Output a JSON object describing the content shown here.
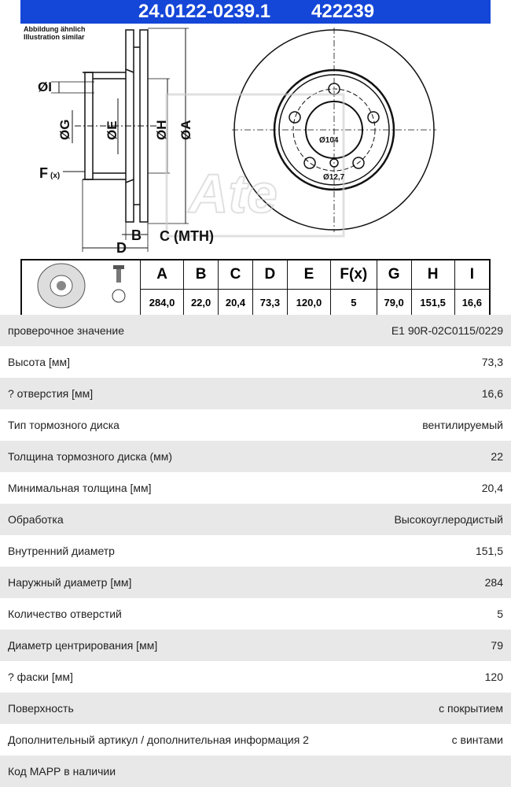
{
  "header": {
    "part_number": "24.0122-0239.1",
    "ref_number": "422239"
  },
  "caption": {
    "line1": "Abbildung ähnlich",
    "line2": "Illustration similar"
  },
  "drawing": {
    "labels": {
      "I": "ØI",
      "G": "ØG",
      "E": "ØE",
      "H": "ØH",
      "A": "ØA",
      "F": "F",
      "F_sub": "(x)",
      "B": "B",
      "C": "C (MTH)",
      "D": "D"
    },
    "pcd": "Ø104",
    "bolt_hole": "Ø12,7",
    "brand": "Ate"
  },
  "dim_table": {
    "headers": [
      "A",
      "B",
      "C",
      "D",
      "E",
      "F(x)",
      "G",
      "H",
      "I"
    ],
    "values": [
      "284,0",
      "22,0",
      "20,4",
      "73,3",
      "120,0",
      "5",
      "79,0",
      "151,5",
      "16,6"
    ]
  },
  "specs": [
    {
      "label": "проверочное значение",
      "value": "E1 90R-02C0115/0229"
    },
    {
      "label": "Высота [мм]",
      "value": "73,3"
    },
    {
      "label": "? отверстия [мм]",
      "value": "16,6"
    },
    {
      "label": "Тип тормозного диска",
      "value": "вентилируемый"
    },
    {
      "label": "Толщина тормозного диска (мм)",
      "value": "22"
    },
    {
      "label": "Минимальная толщина [мм]",
      "value": "20,4"
    },
    {
      "label": "Обработка",
      "value": "Высокоуглеродистый"
    },
    {
      "label": "Внутренний диаметр",
      "value": "151,5"
    },
    {
      "label": "Наружный диаметр [мм]",
      "value": "284"
    },
    {
      "label": "Количество отверстий",
      "value": "5"
    },
    {
      "label": "Диаметр центрирования [мм]",
      "value": "79"
    },
    {
      "label": "? фаски [мм]",
      "value": "120"
    },
    {
      "label": "Поверхность",
      "value": "с покрытием"
    },
    {
      "label": "Дополнительный артикул / дополнительная информация 2",
      "value": "с винтами"
    },
    {
      "label": "Код МАРР в наличии",
      "value": ""
    }
  ],
  "colors": {
    "header_bg": "#1446d8",
    "header_text": "#ffffff",
    "row_alt": "#e8e8e8"
  }
}
